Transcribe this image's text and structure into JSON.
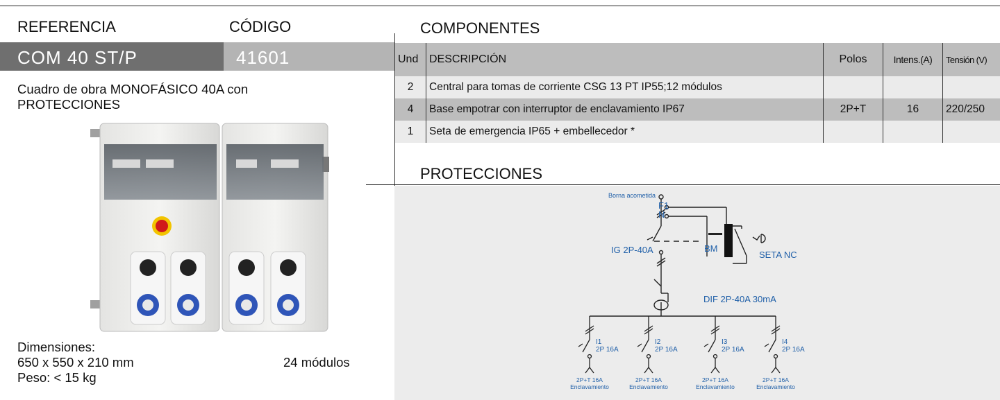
{
  "left": {
    "referencia_label": "REFERENCIA",
    "codigo_label": "CÓDIGO",
    "referencia": "COM 40 ST/P",
    "codigo": "41601",
    "description_line1": "Cuadro de obra MONOFÁSICO 40A con",
    "description_line2": "PROTECCIONES",
    "dimensiones_label": "Dimensiones:",
    "dimensiones": "650 x 550 x 210 mm",
    "modulos": "24 módulos",
    "peso": "Peso:  < 15 kg"
  },
  "components": {
    "title": "COMPONENTES",
    "headers": [
      "Und",
      "DESCRIPCIÓN",
      "Polos",
      "Intens.(A)",
      "Tensión (V)"
    ],
    "rows": [
      {
        "und": "2",
        "desc": "Central para tomas de corriente CSG 13 PT IP55;12 módulos",
        "polos": "",
        "intens": "",
        "tension": ""
      },
      {
        "und": "4",
        "desc": "Base empotrar con interruptor de enclavamiento IP67",
        "polos": "2P+T",
        "intens": "16",
        "tension": "220/250"
      },
      {
        "und": "1",
        "desc": "Seta de emergencia IP65 + embellecedor *",
        "polos": "",
        "intens": "",
        "tension": ""
      }
    ]
  },
  "protections": {
    "title": "PROTECCIONES",
    "borna": "Borna acometida",
    "f1": "F1",
    "n": "N",
    "ig": "IG 2P-40A",
    "bm": "BM",
    "seta": "SETA NC",
    "dif": "DIF 2P-40A 30mA",
    "branches": [
      {
        "id": "I1",
        "rating": "2P 16A",
        "outlet": "2P+T 16A",
        "outlet_sub": "Enclavamiento"
      },
      {
        "id": "I2",
        "rating": "2P 16A",
        "outlet": "2P+T 16A",
        "outlet_sub": "Enclavamiento"
      },
      {
        "id": "I3",
        "rating": "2P 16A",
        "outlet": "2P+T 16A",
        "outlet_sub": "Enclavamiento"
      },
      {
        "id": "I4",
        "rating": "2P 16A",
        "outlet": "2P+T 16A",
        "outlet_sub": "Enclavamiento"
      }
    ],
    "colors": {
      "label_blue": "#1f5fa8",
      "line": "#222222"
    }
  }
}
